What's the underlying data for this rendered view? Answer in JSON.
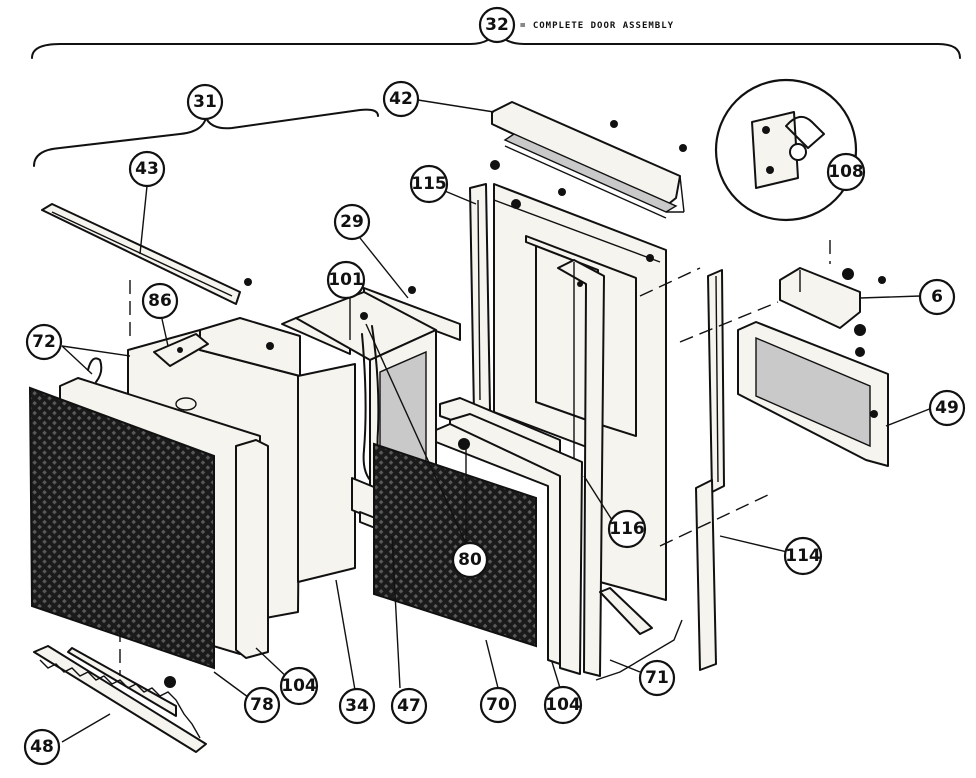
{
  "header": {
    "assembly_number": "32",
    "assembly_note": "= COMPLETE DOOR ASSEMBLY"
  },
  "callouts": [
    {
      "id": "c31",
      "label": "31"
    },
    {
      "id": "c42",
      "label": "42"
    },
    {
      "id": "c43",
      "label": "43"
    },
    {
      "id": "c115",
      "label": "115"
    },
    {
      "id": "c108",
      "label": "108"
    },
    {
      "id": "c29",
      "label": "29"
    },
    {
      "id": "c101",
      "label": "101"
    },
    {
      "id": "c6",
      "label": "6"
    },
    {
      "id": "c86",
      "label": "86"
    },
    {
      "id": "c72",
      "label": "72"
    },
    {
      "id": "c49",
      "label": "49"
    },
    {
      "id": "c116",
      "label": "116"
    },
    {
      "id": "c80",
      "label": "80"
    },
    {
      "id": "c114",
      "label": "114"
    },
    {
      "id": "c71",
      "label": "71"
    },
    {
      "id": "c104a",
      "label": "104"
    },
    {
      "id": "c78",
      "label": "78"
    },
    {
      "id": "c34",
      "label": "34"
    },
    {
      "id": "c47",
      "label": "47"
    },
    {
      "id": "c70",
      "label": "70"
    },
    {
      "id": "c104b",
      "label": "104"
    },
    {
      "id": "c48",
      "label": "48"
    }
  ]
}
